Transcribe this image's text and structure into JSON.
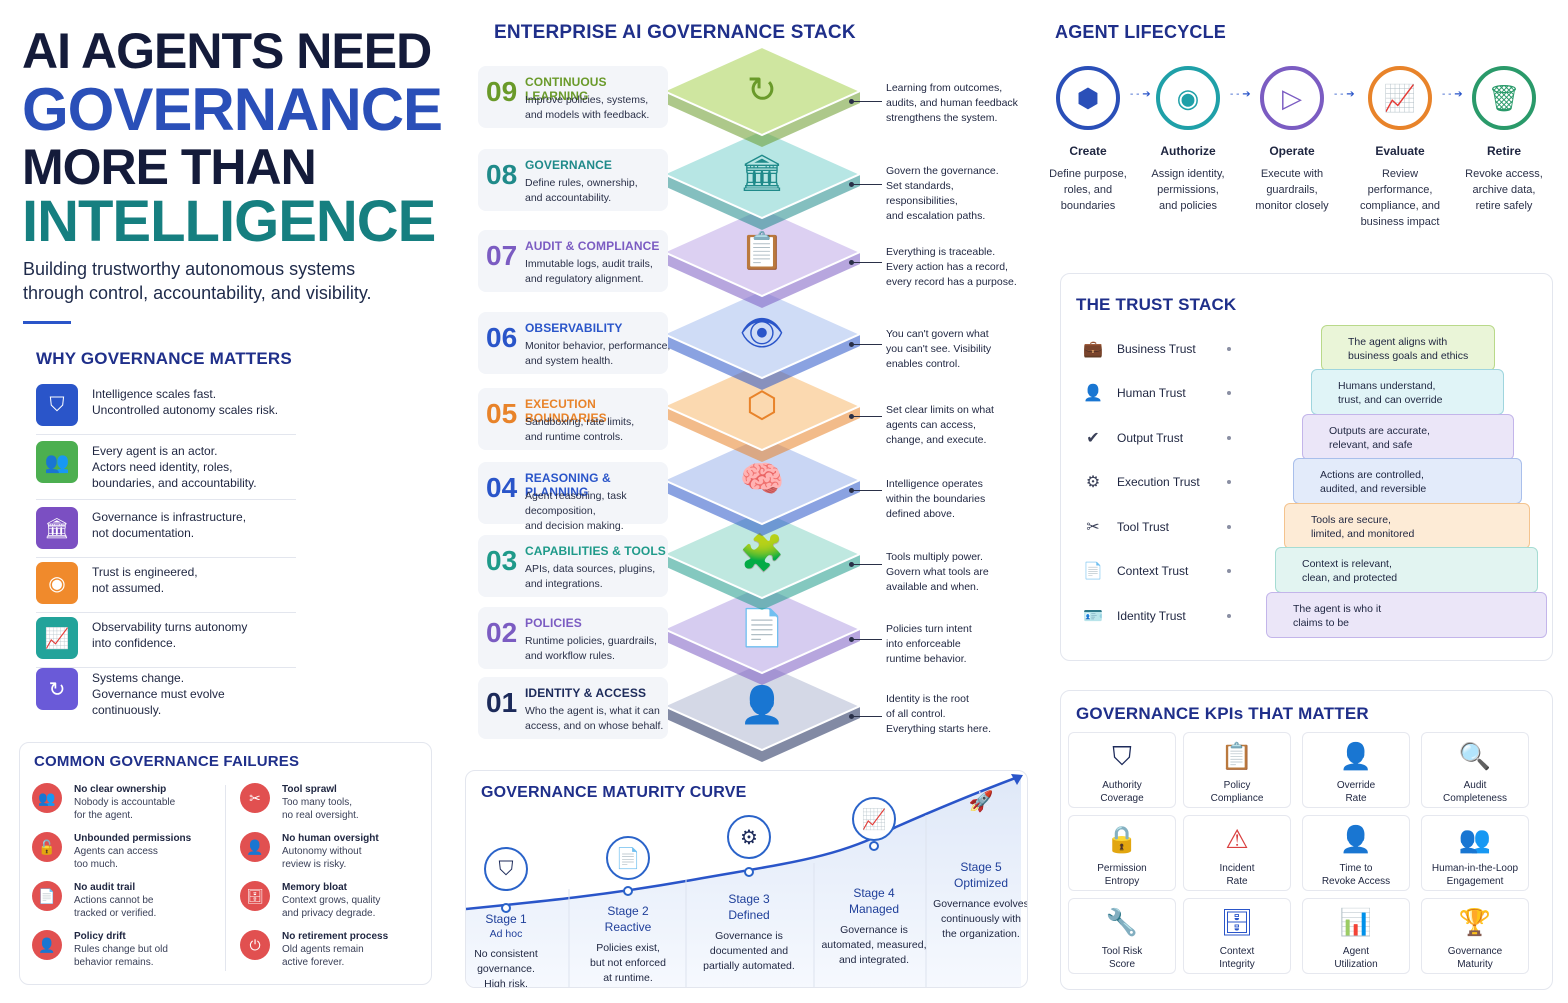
{
  "hero": {
    "line1": "AI AGENTS NEED",
    "line2": "GOVERNANCE",
    "line3": "MORE THAN",
    "line4": "INTELLIGENCE",
    "subtitle1": "Building trustworthy autonomous systems",
    "subtitle2": "through control, accountability, and visibility."
  },
  "why": {
    "title": "WHY GOVERNANCE MATTERS",
    "items": [
      {
        "l1": "Intelligence scales fast.",
        "l2": "Uncontrolled autonomy scales risk.",
        "l3": "",
        "icon": "shield-icon",
        "color": "#2a55c9"
      },
      {
        "l1": "Every agent is an actor.",
        "l2": "Actors need identity, roles,",
        "l3": "boundaries, and accountability.",
        "icon": "people-icon",
        "color": "#4caf50"
      },
      {
        "l1": "Governance is infrastructure,",
        "l2": "not documentation.",
        "l3": "",
        "icon": "institution-icon",
        "color": "#7b4fc2"
      },
      {
        "l1": "Trust is engineered,",
        "l2": "not assumed.",
        "l3": "",
        "icon": "eye-icon",
        "color": "#f08a2c"
      },
      {
        "l1": "Observability turns autonomy",
        "l2": "into confidence.",
        "l3": "",
        "icon": "chart-icon",
        "color": "#22a39a"
      },
      {
        "l1": "Systems change.",
        "l2": "Governance must evolve",
        "l3": "continuously.",
        "icon": "cycle-icon",
        "color": "#6a5ad8"
      }
    ]
  },
  "failures": {
    "title": "COMMON GOVERNANCE FAILURES",
    "items": [
      {
        "t": "No clear ownership",
        "d1": "Nobody is accountable",
        "d2": "for the agent.",
        "icon": "people-icon"
      },
      {
        "t": "Tool sprawl",
        "d1": "Too many tools,",
        "d2": "no real oversight.",
        "icon": "tools-icon"
      },
      {
        "t": "Unbounded permissions",
        "d1": "Agents can access",
        "d2": "too much.",
        "icon": "unlock-icon"
      },
      {
        "t": "No human oversight",
        "d1": "Autonomy without",
        "d2": "review is risky.",
        "icon": "person-icon"
      },
      {
        "t": "No audit trail",
        "d1": "Actions cannot be",
        "d2": "tracked or verified.",
        "icon": "document-icon"
      },
      {
        "t": "Memory bloat",
        "d1": "Context grows, quality",
        "d2": "and privacy degrade.",
        "icon": "database-icon"
      },
      {
        "t": "Policy drift",
        "d1": "Rules change but old",
        "d2": "behavior remains.",
        "icon": "person-icon"
      },
      {
        "t": "No retirement process",
        "d1": "Old agents remain",
        "d2": "active forever.",
        "icon": "power-icon"
      }
    ]
  },
  "stack": {
    "title": "ENTERPRISE AI GOVERNANCE STACK",
    "layers": [
      {
        "num": "09",
        "name": "CONTINUOUS LEARNING",
        "d1": "Improve policies, systems,",
        "d2": "and models with feedback.",
        "r1": "Learning from outcomes,",
        "r2": "audits, and human feedback",
        "r3": "strengthens the system.",
        "color": "#6a9a2a",
        "fill": "#cfe6a0",
        "icon": "growth-icon",
        "glyph": "↻"
      },
      {
        "num": "08",
        "name": "GOVERNANCE",
        "d1": "Define rules, ownership,",
        "d2": "and accountability.",
        "r1": "Govern the governance.",
        "r2": "Set standards, responsibilities,",
        "r3": "and escalation paths.",
        "color": "#1f8a8a",
        "fill": "#b7e6e4",
        "icon": "institution-icon",
        "glyph": "🏛"
      },
      {
        "num": "07",
        "name": "AUDIT & COMPLIANCE",
        "d1": "Immutable logs, audit trails,",
        "d2": "and regulatory alignment.",
        "r1": "Everything is traceable.",
        "r2": "Every action has a record,",
        "r3": "every record has a purpose.",
        "color": "#7b5cc2",
        "fill": "#dcd0f2",
        "icon": "clipboard-icon",
        "glyph": "📋"
      },
      {
        "num": "06",
        "name": "OBSERVABILITY",
        "d1": "Monitor behavior, performance,",
        "d2": "and system health.",
        "r1": "You can't govern what",
        "r2": "you can't see. Visibility",
        "r3": "enables control.",
        "color": "#2a55c9",
        "fill": "#cfdcf6",
        "icon": "eye-icon",
        "glyph": "👁"
      },
      {
        "num": "05",
        "name": "EXECUTION BOUNDARIES",
        "d1": "Sandboxing, rate limits,",
        "d2": "and runtime controls.",
        "r1": "Set clear limits on what",
        "r2": "agents can access,",
        "r3": "change, and execute.",
        "color": "#e8832a",
        "fill": "#fbd9b0",
        "icon": "hexagon-icon",
        "glyph": "⬡"
      },
      {
        "num": "04",
        "name": "REASONING & PLANNING",
        "d1": "Agent reasoning, task decomposition,",
        "d2": "and decision making.",
        "r1": "Intelligence operates",
        "r2": "within the boundaries",
        "r3": "defined above.",
        "color": "#2a55c9",
        "fill": "#c9d6f4",
        "icon": "brain-icon",
        "glyph": "🧠"
      },
      {
        "num": "03",
        "name": "CAPABILITIES & TOOLS",
        "d1": "APIs, data sources, plugins,",
        "d2": "and integrations.",
        "r1": "Tools multiply power.",
        "r2": "Govern what tools are",
        "r3": "available and when.",
        "color": "#1f9a8a",
        "fill": "#bfe8e0",
        "icon": "puzzle-icon",
        "glyph": "🧩"
      },
      {
        "num": "02",
        "name": "POLICIES",
        "d1": "Runtime policies, guardrails,",
        "d2": "and workflow rules.",
        "r1": "Policies turn intent",
        "r2": "into enforceable",
        "r3": "runtime behavior.",
        "color": "#7b5cc2",
        "fill": "#d6ccf0",
        "icon": "policy-icon",
        "glyph": "📄"
      },
      {
        "num": "01",
        "name": "IDENTITY & ACCESS",
        "d1": "Who the agent is, what it can",
        "d2": "access, and on whose behalf.",
        "r1": "Identity is the root",
        "r2": "of all control.",
        "r3": "Everything starts here.",
        "color": "#1c2a5a",
        "fill": "#d4d8e6",
        "icon": "person-icon",
        "glyph": "👤"
      }
    ]
  },
  "maturity": {
    "title": "GOVERNANCE MATURITY CURVE",
    "stages": [
      {
        "s1": "Stage 1",
        "s2": "Ad hoc",
        "d1": "No consistent",
        "d2": "governance.",
        "d3": "High risk.",
        "icon": "shield-icon",
        "glyph": "⛉"
      },
      {
        "s1": "Stage 2",
        "s2": "Reactive",
        "d1": "Policies exist,",
        "d2": "but not enforced",
        "d3": "at runtime.",
        "icon": "document-icon",
        "glyph": "📄"
      },
      {
        "s1": "Stage 3",
        "s2": "Defined",
        "d1": "Governance is",
        "d2": "documented and",
        "d3": "partially automated.",
        "icon": "gear-icon",
        "glyph": "⚙"
      },
      {
        "s1": "Stage 4",
        "s2": "Managed",
        "d1": "Governance is",
        "d2": "automated, measured,",
        "d3": "and integrated.",
        "icon": "chart-icon",
        "glyph": "📈"
      },
      {
        "s1": "Stage 5",
        "s2": "Optimized",
        "d1": "Governance evolves",
        "d2": "continuously with",
        "d3": "the organization.",
        "icon": "rocket-icon",
        "glyph": "🚀"
      }
    ]
  },
  "lifecycle": {
    "title": "AGENT LIFECYCLE",
    "steps": [
      {
        "name": "Create",
        "d1": "Define purpose,",
        "d2": "roles, and",
        "d3": "boundaries",
        "color": "#2a4fb8",
        "icon": "cube-icon",
        "glyph": "⬢"
      },
      {
        "name": "Authorize",
        "d1": "Assign identity,",
        "d2": "permissions,",
        "d3": "and policies",
        "color": "#1fa0a8",
        "icon": "fingerprint-icon",
        "glyph": "◉"
      },
      {
        "name": "Operate",
        "d1": "Execute with",
        "d2": "guardrails,",
        "d3": "monitor closely",
        "color": "#7b5cc2",
        "icon": "play-icon",
        "glyph": "▷"
      },
      {
        "name": "Evaluate",
        "d1": "Review performance,",
        "d2": "compliance, and",
        "d3": "business impact",
        "color": "#e8832a",
        "icon": "chart-icon",
        "glyph": "📈"
      },
      {
        "name": "Retire",
        "d1": "Revoke access,",
        "d2": "archive data,",
        "d3": "retire safely",
        "color": "#2a9a6a",
        "icon": "trash-icon",
        "glyph": "🗑"
      }
    ]
  },
  "trust": {
    "title": "THE TRUST STACK",
    "rows": [
      {
        "label": "Business Trust",
        "b1": "The agent aligns with",
        "b2": "business goals and ethics",
        "icon": "briefcase-icon",
        "glyph": "💼",
        "fill": "#eaf5d8",
        "border": "#b9d98a"
      },
      {
        "label": "Human Trust",
        "b1": "Humans understand,",
        "b2": "trust, and can override",
        "icon": "person-icon",
        "glyph": "👤",
        "fill": "#e0f4f7",
        "border": "#9fd5de"
      },
      {
        "label": "Output Trust",
        "b1": "Outputs are accurate,",
        "b2": "relevant, and safe",
        "icon": "check-icon",
        "glyph": "✔",
        "fill": "#ebe6f8",
        "border": "#c3b5ea"
      },
      {
        "label": "Execution Trust",
        "b1": "Actions are controlled,",
        "b2": "audited, and reversible",
        "icon": "gear-icon",
        "glyph": "⚙",
        "fill": "#e3ebfa",
        "border": "#a9bfeb"
      },
      {
        "label": "Tool Trust",
        "b1": "Tools are secure,",
        "b2": "limited, and monitored",
        "icon": "tools-icon",
        "glyph": "✂",
        "fill": "#fdebd6",
        "border": "#f4c38e"
      },
      {
        "label": "Context Trust",
        "b1": "Context is relevant,",
        "b2": "clean, and protected",
        "icon": "document-icon",
        "glyph": "📄",
        "fill": "#e2f4f1",
        "border": "#a5dcd3"
      },
      {
        "label": "Identity Trust",
        "b1": "The agent is who it",
        "b2": "claims to be",
        "icon": "id-card-icon",
        "glyph": "🪪",
        "fill": "#ebe6f8",
        "border": "#c3b5ea"
      }
    ]
  },
  "kpi": {
    "title": "GOVERNANCE KPIs THAT MATTER",
    "items": [
      {
        "l1": "Authority",
        "l2": "Coverage",
        "icon": "shield-icon",
        "glyph": "⛉",
        "color": "#1c2a5a"
      },
      {
        "l1": "Policy",
        "l2": "Compliance",
        "icon": "clipboard-icon",
        "glyph": "📋",
        "color": "#1c2a5a"
      },
      {
        "l1": "Override",
        "l2": "Rate",
        "icon": "person-x-icon",
        "glyph": "👤",
        "color": "#7b5cc2"
      },
      {
        "l1": "Audit",
        "l2": "Completeness",
        "icon": "search-icon",
        "glyph": "🔍",
        "color": "#2a9a6a"
      },
      {
        "l1": "Permission",
        "l2": "Entropy",
        "icon": "lock-icon",
        "glyph": "🔒",
        "color": "#e8a02a"
      },
      {
        "l1": "Incident",
        "l2": "Rate",
        "icon": "warning-icon",
        "glyph": "⚠",
        "color": "#d94040"
      },
      {
        "l1": "Time to",
        "l2": "Revoke Access",
        "icon": "person-minus-icon",
        "glyph": "👤",
        "color": "#1f9a9a"
      },
      {
        "l1": "Human-in-the-Loop",
        "l2": "Engagement",
        "icon": "people-icon",
        "glyph": "👥",
        "color": "#1f9a9a"
      },
      {
        "l1": "Tool Risk",
        "l2": "Score",
        "icon": "wrench-icon",
        "glyph": "🔧",
        "color": "#7b5cc2"
      },
      {
        "l1": "Context",
        "l2": "Integrity",
        "icon": "database-icon",
        "glyph": "🗄",
        "color": "#2a55c9"
      },
      {
        "l1": "Agent",
        "l2": "Utilization",
        "icon": "bar-chart-icon",
        "glyph": "📊",
        "color": "#2a55c9"
      },
      {
        "l1": "Governance",
        "l2": "Maturity",
        "icon": "trophy-icon",
        "glyph": "🏆",
        "color": "#e8a02a"
      }
    ]
  }
}
